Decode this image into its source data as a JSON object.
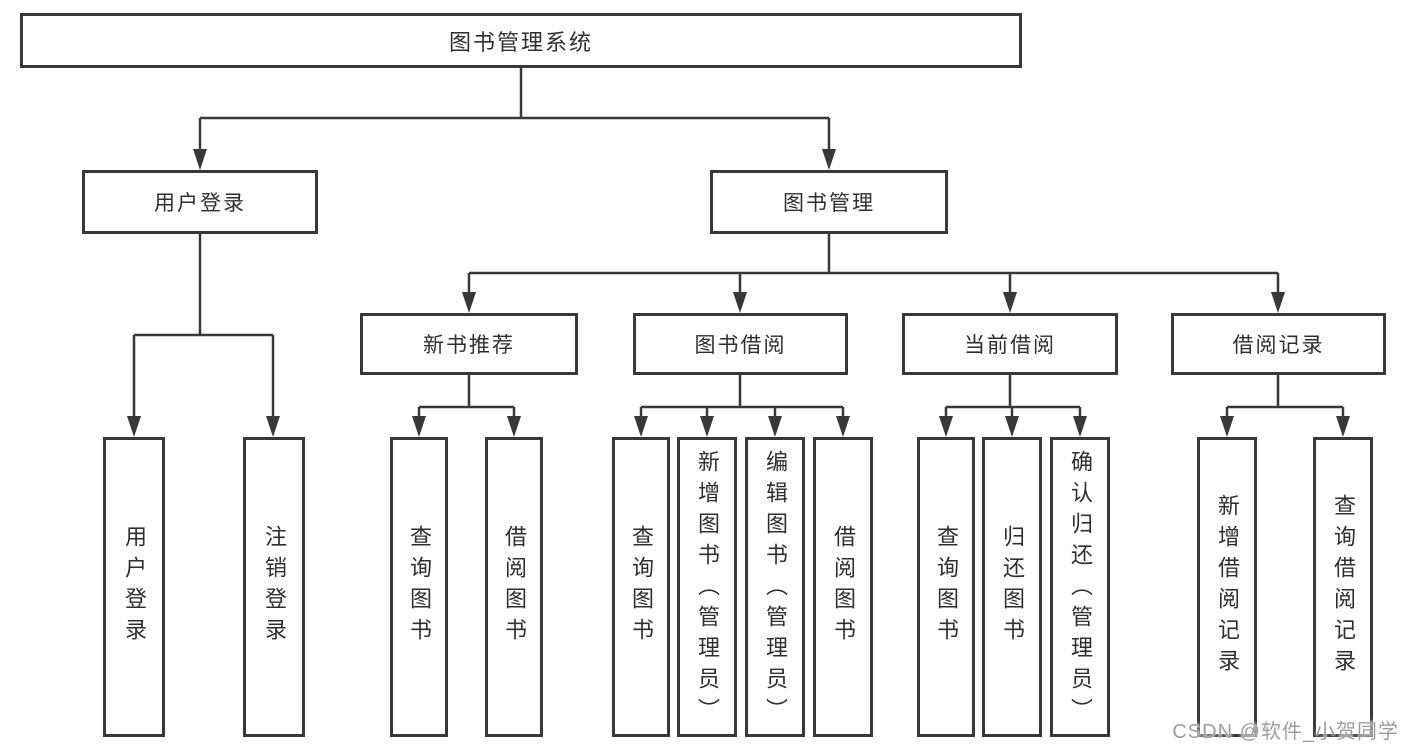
{
  "root": {
    "label": "图书管理系统"
  },
  "branches": [
    {
      "label": "用户登录",
      "leaves": [
        {
          "label": "用户登录"
        },
        {
          "label": "注销登录"
        }
      ]
    },
    {
      "label": "图书管理",
      "children": [
        {
          "label": "新书推荐",
          "leaves": [
            {
              "label": "查询图书"
            },
            {
              "label": "借阅图书"
            }
          ]
        },
        {
          "label": "图书借阅",
          "leaves": [
            {
              "label": "查询图书"
            },
            {
              "label": "新增图书（管理员）"
            },
            {
              "label": "编辑图书（管理员）"
            },
            {
              "label": "借阅图书"
            }
          ]
        },
        {
          "label": "当前借阅",
          "leaves": [
            {
              "label": "查询图书"
            },
            {
              "label": "归还图书"
            },
            {
              "label": "确认归还（管理员）"
            }
          ]
        },
        {
          "label": "借阅记录",
          "leaves": [
            {
              "label": "新增借阅记录"
            },
            {
              "label": "查询借阅记录"
            }
          ]
        }
      ]
    }
  ],
  "watermark": {
    "text": "CSDN @软件_小贺同学"
  },
  "colors": {
    "line": "#383838",
    "box_border": "#383838",
    "text": "#2f2f2f",
    "watermark": "#9e9e9e",
    "background": "#ffffff"
  }
}
